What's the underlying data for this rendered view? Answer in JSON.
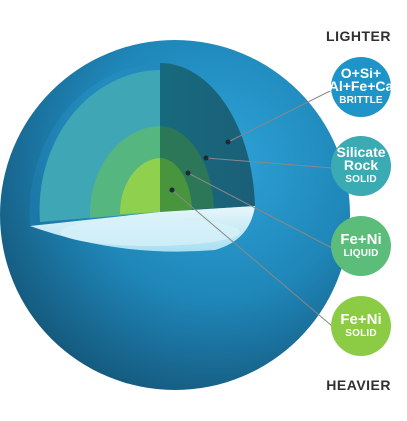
{
  "labels": {
    "top": "LIGHTER",
    "bottom": "HEAVIER"
  },
  "layers": [
    {
      "lines": [
        "O+Si+",
        "Al+Fe+Ca"
      ],
      "state": "BRITTLE",
      "color": "#1f94c9"
    },
    {
      "lines": [
        "Silicate",
        "Rock"
      ],
      "state": "SOLID",
      "color": "#3aaab3"
    },
    {
      "lines": [
        "Fe+Ni"
      ],
      "state": "LIQUID",
      "color": "#5cbc7a"
    },
    {
      "lines": [
        "Fe+Ni"
      ],
      "state": "SOLID",
      "color": "#8ccc45"
    }
  ],
  "colors": {
    "sphere_outer": "#2a9fd4",
    "sphere_shadow": "#16587e",
    "mantle": "#3fa6b6",
    "outer_core": "#55b67f",
    "inner_core": "#8fd14f",
    "connector": "#888888"
  }
}
